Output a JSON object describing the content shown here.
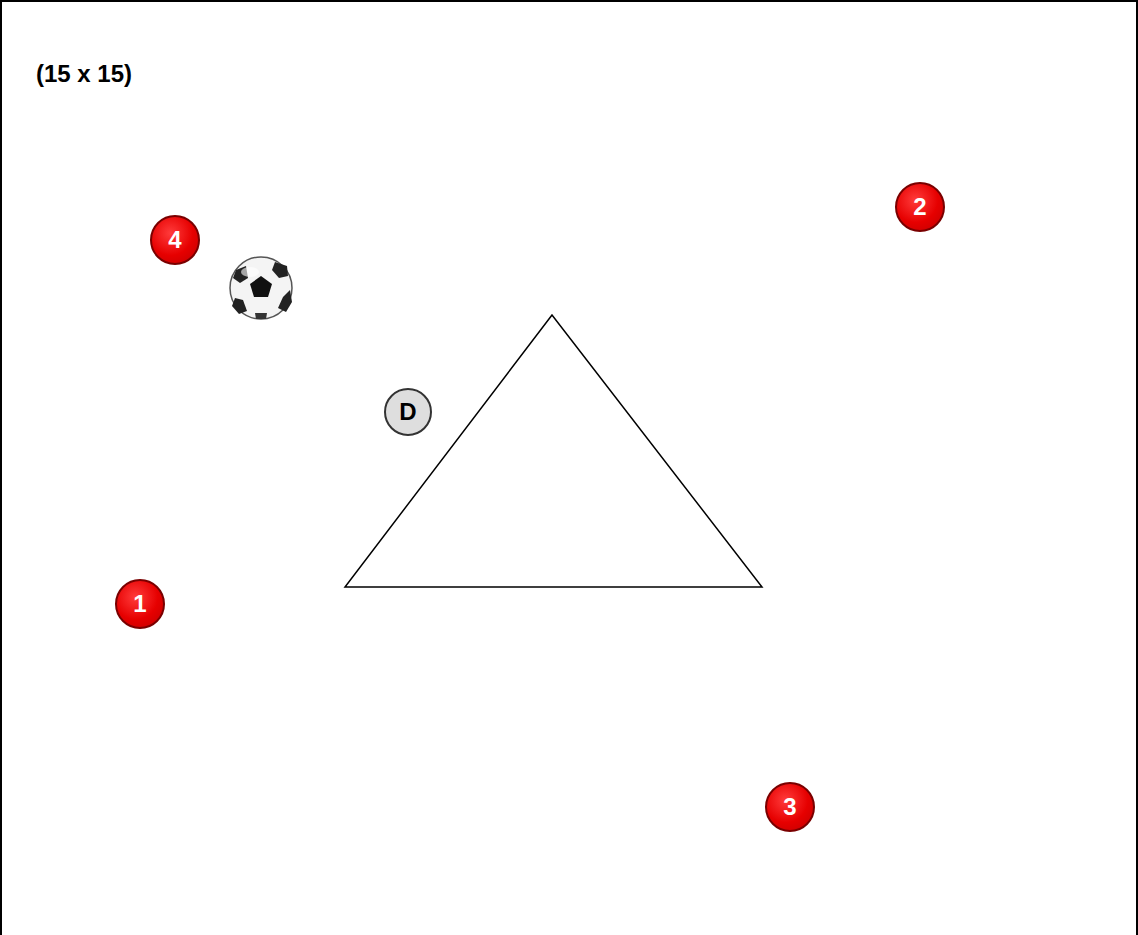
{
  "diagram": {
    "nodes": [
      {
        "text": [
          "4"
        ]
      },
      {
        "text": [
          "2"
        ]
      },
      {
        "text": [
          "D"
        ]
      },
      {
        "text": [
          "1"
        ]
      },
      {
        "text": [
          "3"
        ]
      }
    ],
    "labels": [
      "(15 x 15)"
    ]
  }
}
